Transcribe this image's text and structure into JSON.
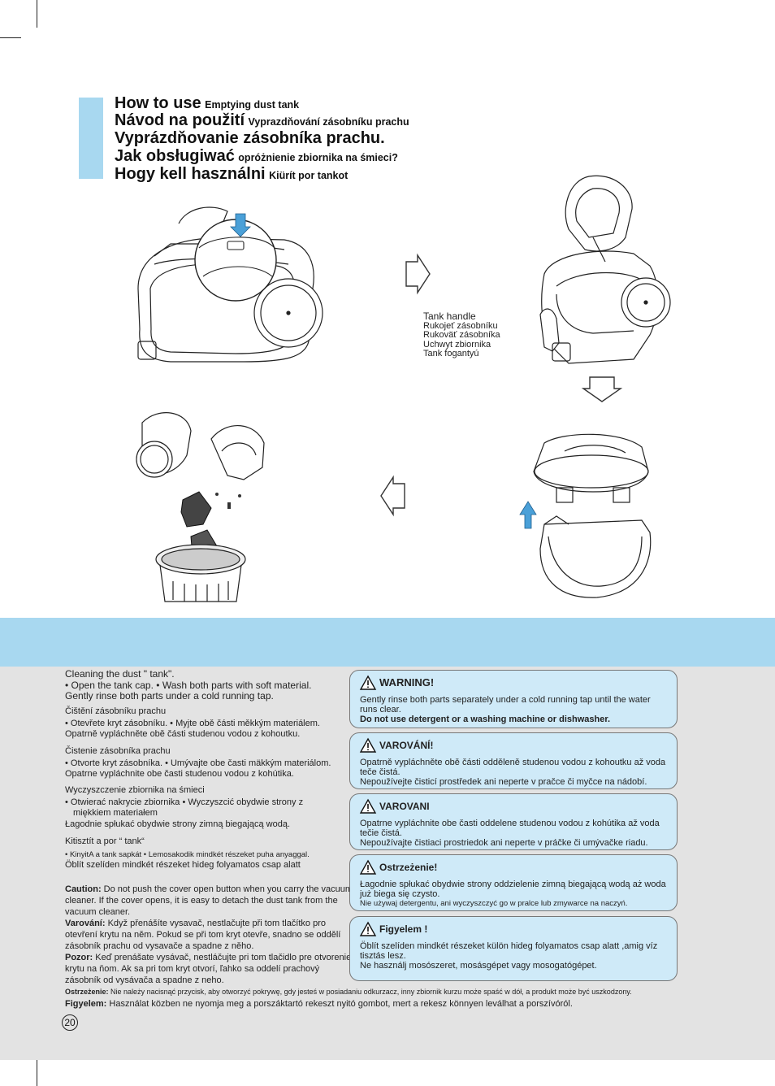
{
  "header": {
    "line1_big": "How to use",
    "line1_small": "Emptying dust tank",
    "line2_big": "Návod na použití",
    "line2_small": "Vyprazdňování zásobníku prachu",
    "line3_big": "Vyprázdňovanie zásobníka prachu.",
    "line4_big": "Jak obsługiwać",
    "line4_small": "opróżnienie zbiornika na śmieci?",
    "line5_big": "Hogy kell használni",
    "line5_small": "Kiürít por tankot"
  },
  "tank_handle_labels": [
    "Tank handle",
    "Rukojeť zásobníku",
    "Rukoväť zásobníka",
    "Uchwyt zbiornika",
    "Tank fogantyú"
  ],
  "instructions": {
    "en_title": "Cleaning the dust \" tank\".",
    "en_line1a": "• Open the tank cap.",
    "en_line1b": "• Wash both parts with soft material.",
    "en_line2": "Gently rinse both parts under a cold running tap.",
    "cz_title": "Čištění zásobníku prachu",
    "cz_line1": "• Otevřete kryt zásobníku. • Myjte obě části měkkým materiálem.",
    "cz_line2": "Opatrně vypláchněte obě části studenou vodou z kohoutku.",
    "sk_title": "Čistenie zásobníka prachu",
    "sk_line1": "• Otvorte kryt zásobníka. • Umývajte obe časti mäkkým materiálom.",
    "sk_line2": "Opatrne vypláchnite obe časti studenou vodou z kohútika.",
    "pl_title": "Wyczyszczenie zbiornika na śmieci",
    "pl_line1": "• Otwierać nakrycie zbiornika • Wyczyszcić obydwie strony z",
    "pl_line1b": "miękkiem materiałem",
    "pl_line2": "Łagodnie spłukać obydwie strony zimną biegającą wodą.",
    "hu_title": "Kitisztít a por “ tank“",
    "hu_line1": "• KinyitA a tank sapkát • Lemosakodik mindkét részeket puha anyaggal.",
    "hu_line2": "Öblít szelíden mindkét részeket hideg folyamatos csap alatt"
  },
  "cautions": {
    "en_label": "Caution:",
    "en_text": "Do not push the cover open button when you carry the vacuum cleaner. If the cover opens, it is easy to detach the dust tank from the vacuum cleaner.",
    "cz_label": "Varování:",
    "cz_text": "Když přenášíte vysavač, nestlačujte při tom tlačítko pro otevření krytu na něm. Pokud se při tom kryt otevře, snadno se oddělí zásobník prachu od vysavače a spadne z něho.",
    "sk_label": "Pozor:",
    "sk_text": "Keď prenášate vysávač, nestláčujte pri tom tlačidlo pre otvorenie krytu na ňom. Ak sa pri tom kryt otvorí, ľahko sa oddelí prachový zásobník od vysávača a spadne z neho.",
    "pl_label": "Ostrzeżenie:",
    "pl_text": "Nie należy nacisnąć przycisk, aby otworzyć pokrywę, gdy jesteś w posiadaniu odkurzacz, inny zbiornik kurzu może spaść w dół, a produkt może być uszkodzony.",
    "hu_label": "Figyelem:",
    "hu_text": "Használat közben ne nyomja meg a porszáktartó rekeszt nyitó gombot, mert a rekesz könnyen leválhat a porszívóról."
  },
  "warnings": [
    {
      "title": "WARNING!",
      "lines": [
        "Gently rinse both parts separately under a cold running tap until the water runs clear."
      ],
      "bold": "Do not use detergent or a washing machine or dishwasher."
    },
    {
      "title": "VAROVÁNÍ!",
      "lines": [
        "Opatrně vypláchněte obě části odděleně studenou vodou z kohoutku až voda teče čistá.",
        "Nepoužívejte čisticí prostředek ani neperte v pračce či myčce na nádobí."
      ]
    },
    {
      "title": "VAROVANI",
      "lines": [
        "Opatrne vypláchnite obe časti oddelene studenou vodou z kohútika až voda tečie čistá.",
        "Nepoužívajte čistiaci prostriedok ani neperte v práčke či umývačke riadu."
      ]
    },
    {
      "title": "Ostrzeżenie!",
      "lines": [
        "Łagodnie spłukać obydwie strony oddzielenie zimną biegającą wodą aż woda już biega się czysto."
      ],
      "small": "Nie używaj detergentu, ani wyczyszczyć go w pralce lub zmywarce na naczyń."
    },
    {
      "title": "Figyelem !",
      "lines": [
        "Öblít szelíden mindkét részeket külön hideg folyamatos csap alatt ,amig víz tisztás lesz.",
        "Ne használj mosószeret, mosásgépet vagy mosogatógépet."
      ]
    }
  ],
  "page_number": "20",
  "colors": {
    "accent_blue": "#a8d8f0",
    "box_blue": "#cfeaf8",
    "arrow_blue": "#4aa0d8",
    "gray_bg": "#e3e3e3"
  }
}
